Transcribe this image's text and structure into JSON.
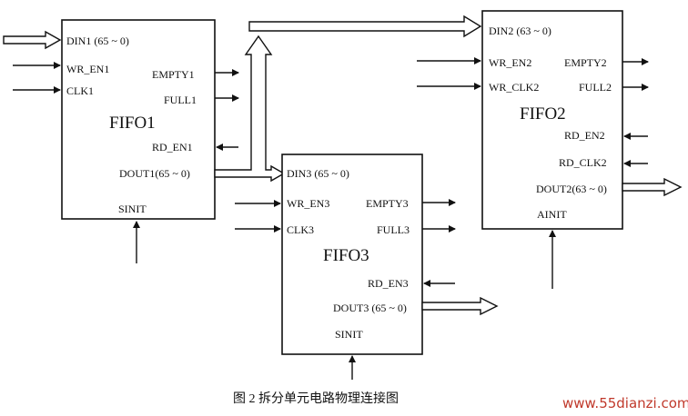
{
  "fifo1": {
    "title": "FIFO1",
    "din": "DIN1 (65 ~ 0)",
    "wr_en": "WR_EN1",
    "clk": "CLK1",
    "empty": "EMPTY1",
    "full": "FULL1",
    "rd_en": "RD_EN1",
    "dout": "DOUT1(65 ~ 0)",
    "sinit": "SINIT"
  },
  "fifo2": {
    "title": "FIFO2",
    "din": "DIN2 (63 ~ 0)",
    "wr_en": "WR_EN2",
    "wr_clk": "WR_CLK2",
    "empty": "EMPTY2",
    "full": "FULL2",
    "rd_en": "RD_EN2",
    "rd_clk": "RD_CLK2",
    "dout": "DOUT2(63 ~ 0)",
    "ainit": "AINIT"
  },
  "fifo3": {
    "title": "FIFO3",
    "din": "DIN3 (65 ~ 0)",
    "wr_en": "WR_EN3",
    "clk": "CLK3",
    "empty": "EMPTY3",
    "full": "FULL3",
    "rd_en": "RD_EN3",
    "dout": "DOUT3 (65 ~ 0)",
    "sinit": "SINIT"
  },
  "caption": "图 2 拆分单元电路物理连接图",
  "watermark": "www.55dianzi.com",
  "colors": {
    "ink": "#111111",
    "watermark": "#c0392b"
  }
}
